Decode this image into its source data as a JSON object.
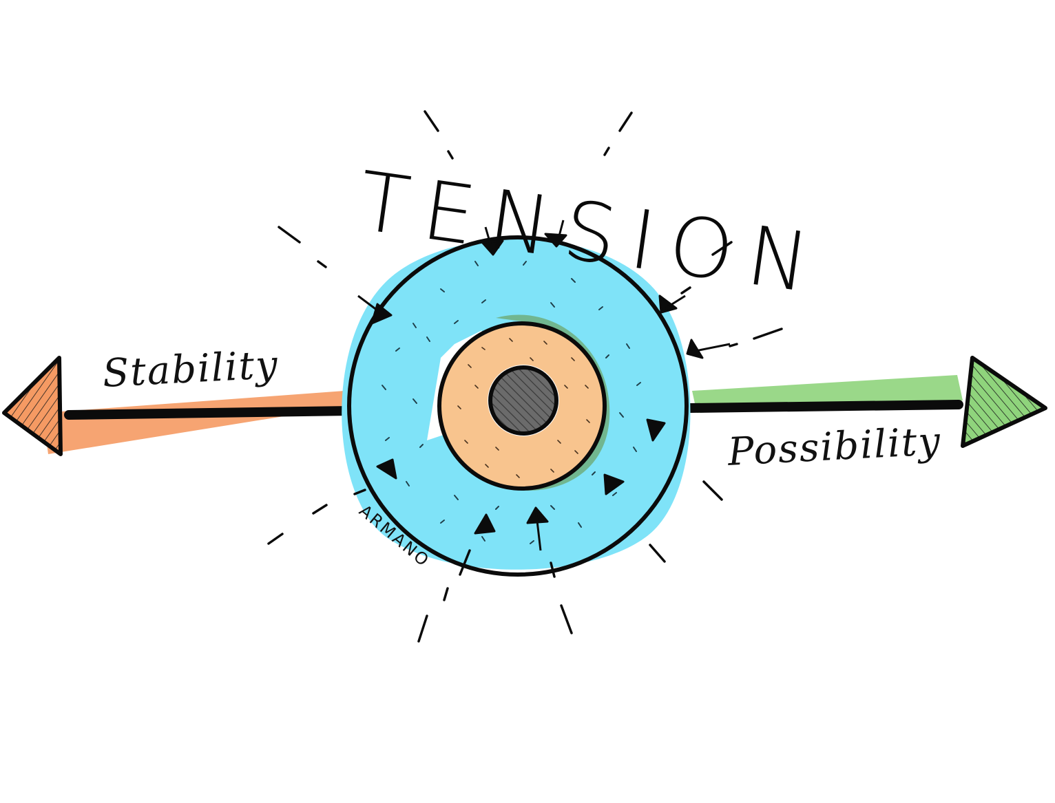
{
  "title": "TENSION",
  "left_label": "Stability",
  "right_label": "Possibility",
  "signature": "ARMANO",
  "colors": {
    "left_accent": "#F59A63",
    "right_accent": "#8FD47C",
    "outer_ring": "#7FE3F8",
    "inner_ring": "#F8C48E",
    "inner_shadow": "#6FAE7E",
    "core": "#6B6B6B",
    "ink": "#111111"
  },
  "icons": {
    "left_arrowhead": "triangle-left-hatched",
    "right_arrowhead": "triangle-right-hatched",
    "inward_arrows": "small-triangle-arrow",
    "burst_lines": "dash-rays"
  }
}
